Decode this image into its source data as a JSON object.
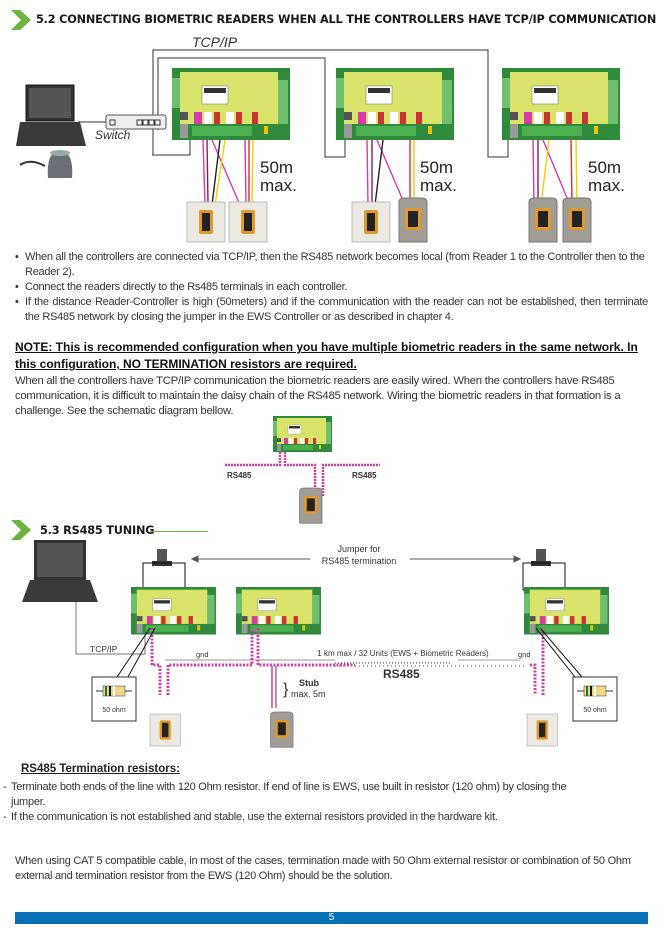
{
  "section_52": {
    "title": "5.2 CONNECTING BIOMETRIC READERS WHEN ALL THE CONTROLLERS HAVE TCP/IP COMMUNICATION",
    "diagram": {
      "tcpip_label": "TCP/IP",
      "switch_label": "Switch",
      "distance_labels": [
        {
          "line1": "50m",
          "line2": "max."
        },
        {
          "line1": "50m",
          "line2": "max."
        },
        {
          "line1": "50m",
          "line2": "max."
        }
      ]
    },
    "bullets": [
      "When all the controllers are connected via TCP/IP, then the RS485 network becomes local (from Reader 1 to the Controller then to the Reader 2).",
      "Connect the readers directly to the Rs485 terminals in each controller.",
      "If the distance Reader-Controller is high (50meters) and if the communication with the reader can not be established, then terminate the RS485 network by closing the jumper in the EWS Controller or as described in chapter 4."
    ],
    "note": "NOTE: This is recommended configuration when you have multiple biometric readers in the same network. In this configuration, NO TERMINATION resistors are required.",
    "paragraph": "When all the controllers have TCP/IP communication the biometric readers are easily wired. When the controllers have RS485 communication, it is difficult to maintain the daisy chain of the RS485 network. Wiring the biometric readers in that formation is a challenge. See the schematic diagram bellow.",
    "small_diagram": {
      "left_label": "RS485",
      "right_label": "RS485"
    }
  },
  "section_53": {
    "title": "5.3 RS485 TUNING",
    "diagram": {
      "jumper_label_line1": "Jumper for",
      "jumper_label_line2": "RS485 termination",
      "tcpip_label": "TCP/IP",
      "gnd_left": "gnd",
      "gnd_right": "gnd",
      "distance_label": "1 km max / 32 Units (EWS + Biometric Readers)",
      "rs485_label": "RS485",
      "stub_label": "Stub",
      "stub_max": "max. 5m",
      "resistor_left": "50 ohm",
      "resistor_right": "50 ohm"
    }
  },
  "termination": {
    "heading": "RS485 Termination resistors:",
    "items": [
      "Terminate both ends of the line with 120 Ohm resistor. If end of line is EWS, use built in resistor (120 ohm) by closing the jumper.",
      "If the communication is not established and stable, use the external resistors provided in the hardware kit."
    ],
    "paragraph": "When using CAT 5 compatible cable, in most of the cases, termination made with 50 Ohm external resistor or combination of 50 Ohm external and termination resistor from the EWS (120 Ohm) should be the solution."
  },
  "footer": {
    "page_number": "5"
  },
  "colors": {
    "accent_green": "#6cb33f",
    "footer_blue": "#0a71b9",
    "board_yellow": "#d9e36a",
    "board_green": "#2f8a3c",
    "rs485_wire": "#d63aa8"
  }
}
